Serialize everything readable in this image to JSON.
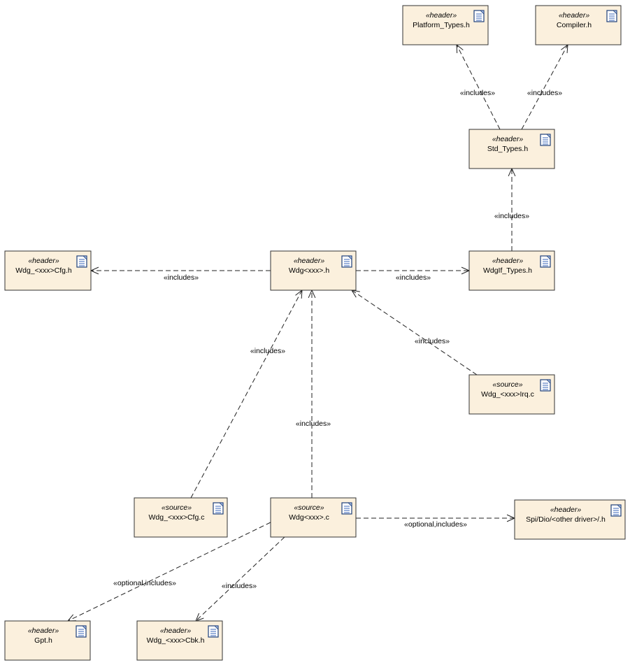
{
  "nodes": [
    {
      "id": "platform_types",
      "stereotype": "«header»",
      "name": "Platform_Types.h",
      "icon": "file-icon"
    },
    {
      "id": "compiler",
      "stereotype": "«header»",
      "name": "Compiler.h",
      "icon": "file-icon"
    },
    {
      "id": "std_types",
      "stereotype": "«header»",
      "name": "Std_Types.h",
      "icon": "file-icon"
    },
    {
      "id": "wdg_cfg_h",
      "stereotype": "«header»",
      "name": "Wdg_<xxx>Cfg.h",
      "icon": "file-icon"
    },
    {
      "id": "wdg_h",
      "stereotype": "«header»",
      "name": "Wdg<xxx>.h",
      "icon": "file-icon"
    },
    {
      "id": "wdgif_types",
      "stereotype": "«header»",
      "name": "WdgIf_Types.h",
      "icon": "file-icon"
    },
    {
      "id": "wdg_irq_c",
      "stereotype": "«source»",
      "name": "Wdg_<xxx>Irq.c",
      "icon": "file-icon"
    },
    {
      "id": "wdg_cfg_c",
      "stereotype": "«source»",
      "name": "Wdg_<xxx>Cfg.c",
      "icon": "file-icon"
    },
    {
      "id": "wdg_c",
      "stereotype": "«source»",
      "name": "Wdg<xxx>.c",
      "icon": "file-icon"
    },
    {
      "id": "spi_dio",
      "stereotype": "«header»",
      "name": "Spi/Dio/<other driver>/.h",
      "icon": "file-icon"
    },
    {
      "id": "gpt_h",
      "stereotype": "«header»",
      "name": "Gpt.h",
      "icon": "file-icon"
    },
    {
      "id": "wdg_cbk_h",
      "stereotype": "«header»",
      "name": "Wdg_<xxx>Cbk.h",
      "icon": "file-icon"
    }
  ],
  "edges": [
    {
      "from": "std_types",
      "to": "platform_types",
      "label": "«includes»"
    },
    {
      "from": "std_types",
      "to": "compiler",
      "label": "«includes»"
    },
    {
      "from": "wdgif_types",
      "to": "std_types",
      "label": "«includes»"
    },
    {
      "from": "wdg_h",
      "to": "wdg_cfg_h",
      "label": "«includes»"
    },
    {
      "from": "wdg_h",
      "to": "wdgif_types",
      "label": "«includes»"
    },
    {
      "from": "wdg_irq_c",
      "to": "wdg_h",
      "label": "«includes»"
    },
    {
      "from": "wdg_cfg_c",
      "to": "wdg_h",
      "label": "«includes»"
    },
    {
      "from": "wdg_c",
      "to": "wdg_h",
      "label": "«includes»"
    },
    {
      "from": "wdg_c",
      "to": "spi_dio",
      "label": "«optional,includes»"
    },
    {
      "from": "wdg_c",
      "to": "gpt_h",
      "label": "«optional,includes»"
    },
    {
      "from": "wdg_c",
      "to": "wdg_cbk_h",
      "label": "«includes»"
    }
  ]
}
